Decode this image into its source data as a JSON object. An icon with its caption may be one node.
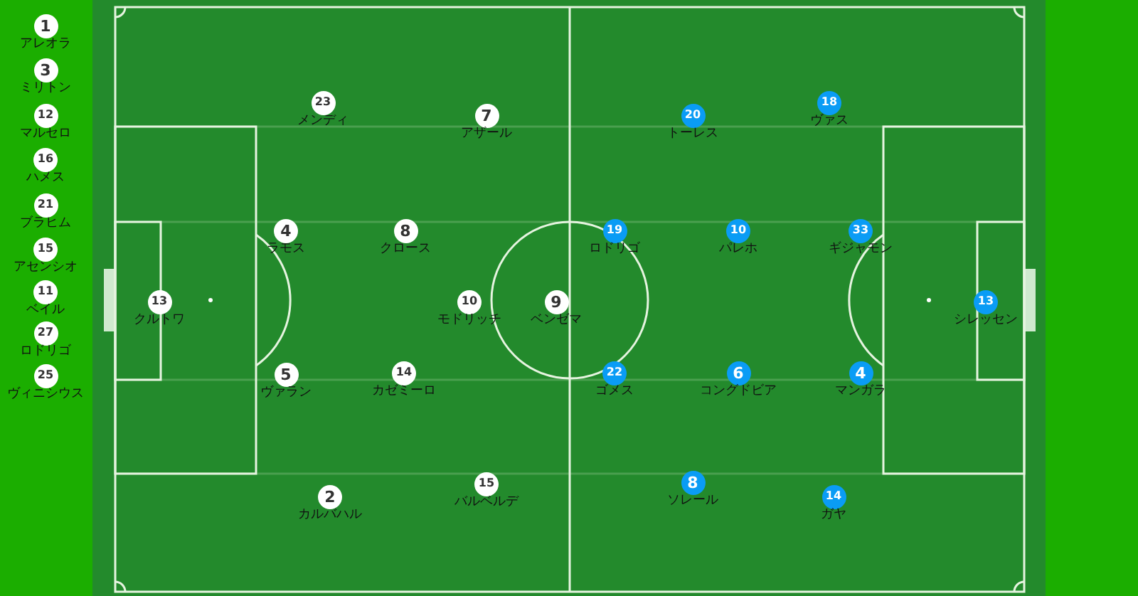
{
  "diagram": {
    "nodes": [
      {
        "text": [
          "1"
        ],
        "beside": [
          "アレオラ"
        ]
      },
      {
        "text": [
          "3"
        ],
        "beside": [
          "ミリトン"
        ]
      },
      {
        "text": [
          "12"
        ],
        "beside": [
          "マルセロ"
        ]
      },
      {
        "text": [
          "16"
        ],
        "beside": [
          "ハメス"
        ]
      },
      {
        "text": [
          "21"
        ],
        "beside": [
          "ブラヒム"
        ]
      },
      {
        "text": [
          "15"
        ],
        "beside": [
          "アセンシオ"
        ]
      },
      {
        "text": [
          "11"
        ],
        "beside": [
          "ベイル"
        ]
      },
      {
        "text": [
          "27"
        ],
        "beside": [
          "ロドリゴ"
        ]
      },
      {
        "text": [
          "25"
        ],
        "beside": [
          "ヴィニシウス"
        ]
      },
      {
        "text": [
          "13"
        ],
        "beside": [
          "クルトワ"
        ]
      },
      {
        "text": [
          "4"
        ],
        "beside": [
          "ラモス"
        ]
      },
      {
        "text": [
          "5"
        ],
        "beside": [
          "ヴァラン"
        ]
      },
      {
        "text": [
          "23"
        ],
        "beside": [
          "メンディ"
        ]
      },
      {
        "text": [
          "2"
        ],
        "beside": [
          "カルバハル"
        ]
      },
      {
        "text": [
          "8"
        ],
        "beside": [
          "クロース"
        ]
      },
      {
        "text": [
          "14"
        ],
        "beside": [
          "カゼミーロ"
        ]
      },
      {
        "text": [
          "7"
        ],
        "beside": [
          "アザール"
        ]
      },
      {
        "text": [
          "10"
        ],
        "beside": [
          "モドリッチ"
        ]
      },
      {
        "text": [
          "15"
        ],
        "beside": [
          "バルベルデ"
        ]
      },
      {
        "text": [
          "9"
        ],
        "beside": [
          "ベンゼマ"
        ]
      },
      {
        "text": [
          "19"
        ],
        "beside": [
          "ロドリゴ"
        ]
      },
      {
        "text": [
          "22"
        ],
        "beside": [
          "ゴメス"
        ]
      },
      {
        "text": [
          "20"
        ],
        "beside": [
          "トーレス"
        ]
      },
      {
        "text": [
          "8"
        ],
        "beside": [
          "ソレール"
        ]
      },
      {
        "text": [
          "10"
        ],
        "beside": [
          "パレホ"
        ]
      },
      {
        "text": [
          "6"
        ],
        "beside": [
          "コングドビア"
        ]
      },
      {
        "text": [
          "18"
        ],
        "beside": [
          "ヴァス"
        ]
      },
      {
        "text": [
          "14"
        ],
        "beside": [
          "ガヤ"
        ]
      },
      {
        "text": [
          "33"
        ],
        "beside": [
          "ギジャモン"
        ]
      },
      {
        "text": [
          "4"
        ],
        "beside": [
          "マンガラ"
        ]
      },
      {
        "text": [
          "13"
        ],
        "beside": [
          "シレッセン"
        ]
      }
    ]
  }
}
